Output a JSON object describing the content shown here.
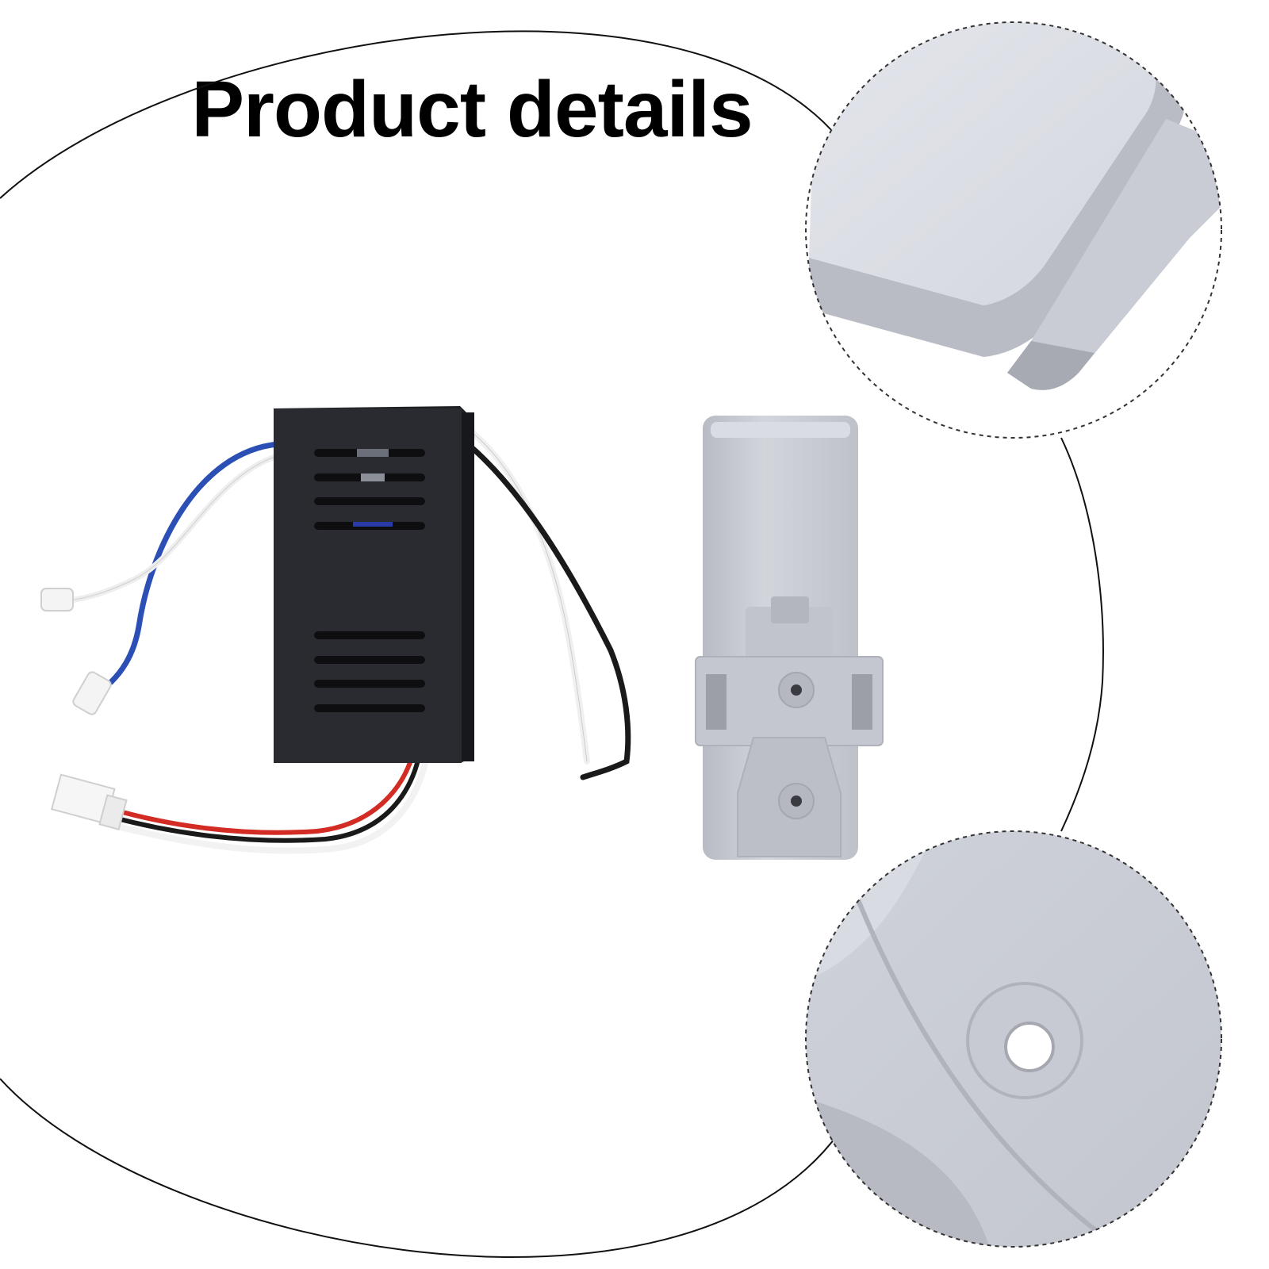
{
  "heading": {
    "title": "Product details"
  },
  "scene": {
    "background": "#ffffff",
    "outline_color": "#111111",
    "receiver_color": "#2a2b30",
    "holder_color": "#c9cbd3",
    "wire_colors": [
      "#2b4fb5",
      "#f2f2f2",
      "#1a1a1a",
      "#d22c24"
    ]
  },
  "views": [
    {
      "label": "main-product-view"
    },
    {
      "label": "zoom-holder-edge"
    },
    {
      "label": "zoom-screw-hole"
    }
  ]
}
